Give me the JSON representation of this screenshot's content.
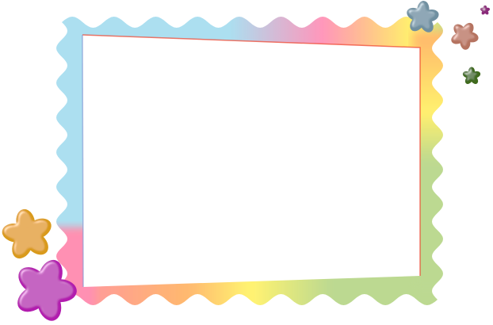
{
  "frame": {
    "style": "wavy rainbow photo frame",
    "colors": {
      "left": "#94cfe2",
      "top_right": "#f27aa6",
      "red_edge": "#f0402a",
      "right_upper": "#f7e23a",
      "right_lower": "#a7c872",
      "bottom_mid": "#f6e640",
      "bottom_left": "#f3709d",
      "inner": "#ffffff"
    }
  },
  "flowers": [
    {
      "name": "orange-flower",
      "color": "#d99a1a"
    },
    {
      "name": "purple-flower",
      "color": "#b21fae"
    },
    {
      "name": "teal-flower",
      "color": "#6f8fa0"
    },
    {
      "name": "brown-flower",
      "color": "#b57360"
    },
    {
      "name": "green-flower",
      "color": "#3f6a1e"
    },
    {
      "name": "small-purple-flower",
      "color": "#8a2a7a"
    }
  ]
}
